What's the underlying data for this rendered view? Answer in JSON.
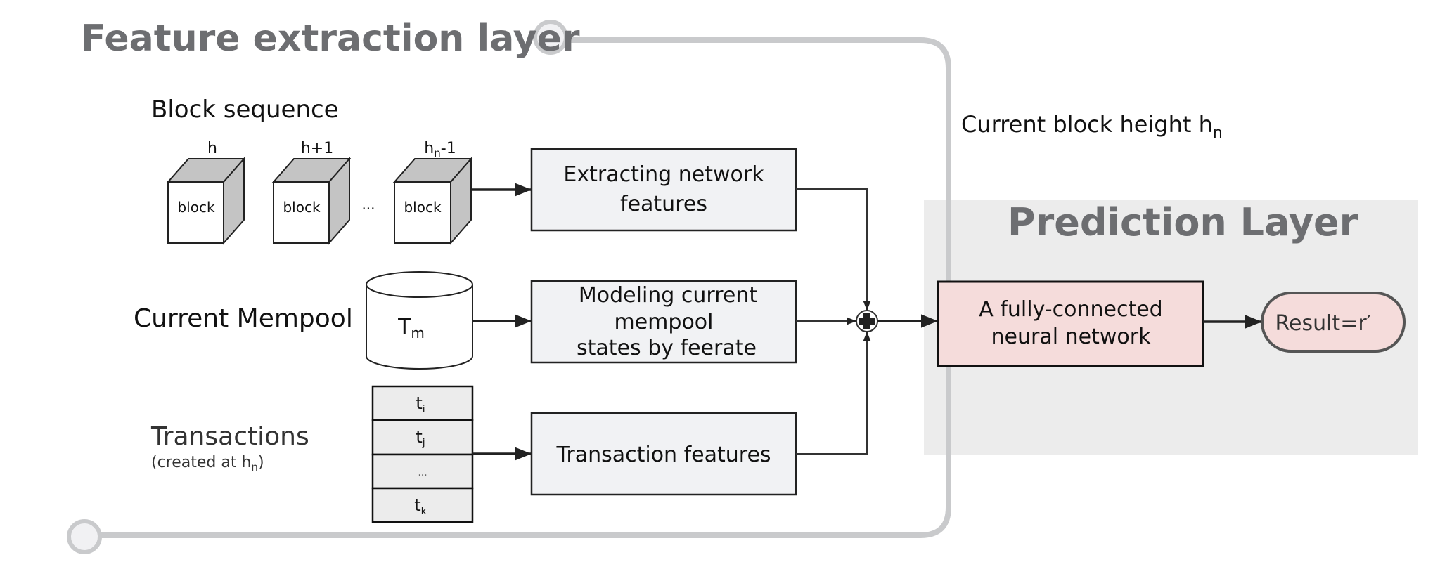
{
  "feature_layer": {
    "title": "Feature extraction layer",
    "block_sequence": {
      "label": "Block sequence",
      "blocks": [
        {
          "height_label": "h",
          "text": "block"
        },
        {
          "height_label": "h+1",
          "text": "block"
        },
        {
          "height_label_main": "h",
          "height_label_sub": "n",
          "height_label_suffix": "-1",
          "text": "block"
        }
      ],
      "ellipsis": "..."
    },
    "mempool": {
      "label": "Current Mempool",
      "symbol_main": "T",
      "symbol_sub": "m"
    },
    "transactions": {
      "label": "Transactions",
      "sublabel_prefix": "(created at h",
      "sublabel_sub": "n",
      "sublabel_suffix": ")",
      "rows": [
        {
          "main": "t",
          "sub": "i"
        },
        {
          "main": "t",
          "sub": "j"
        },
        {
          "main": "...",
          "sub": ""
        },
        {
          "main": "t",
          "sub": "k"
        }
      ]
    },
    "processors": {
      "network": [
        "Extracting network",
        "features"
      ],
      "mempool": [
        "Modeling current",
        "mempool",
        "states by feerate"
      ],
      "transaction": [
        "Transaction features"
      ]
    }
  },
  "current_height": {
    "label": "Current block height h",
    "sub": "n"
  },
  "prediction_layer": {
    "title": "Prediction Layer",
    "network_lines": [
      "A fully-connected",
      "neural network"
    ],
    "result": "Result=r′"
  },
  "colors": {
    "title_gray": "#6d6e71",
    "panel_bg": "#ececec",
    "pink_fill": "#f5dcdb",
    "box_fill": "#f1f2f4",
    "loop_gray": "#c9cacc"
  }
}
